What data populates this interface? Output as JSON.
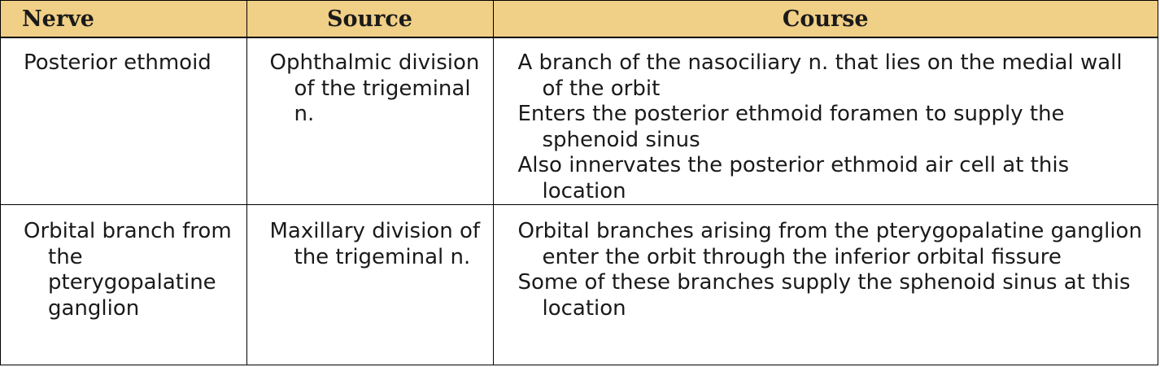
{
  "table": {
    "headers": [
      "Nerve",
      "Source",
      "Course"
    ],
    "rows": [
      {
        "nerve": "Posterior ethmoid",
        "source": "Ophthalmic division of the trigeminal n.",
        "course": [
          "A branch of the nasociliary n. that lies on the medial wall of the orbit",
          "Enters the posterior ethmoid foramen to supply the sphenoid sinus",
          "Also innervates the posterior ethmoid air cell at this location"
        ]
      },
      {
        "nerve": "Orbital branch from the pterygopalatine ganglion",
        "source": "Maxillary division of the trigeminal n.",
        "course": [
          "Orbital branches arising from the pterygopalatine ganglion enter the orbit through the inferior orbital fissure",
          "Some of these branches supply the sphenoid sinus at this location"
        ]
      }
    ]
  },
  "colors": {
    "header_bg": "#f0cf86",
    "border": "#000000",
    "text": "#1a1a1a"
  }
}
